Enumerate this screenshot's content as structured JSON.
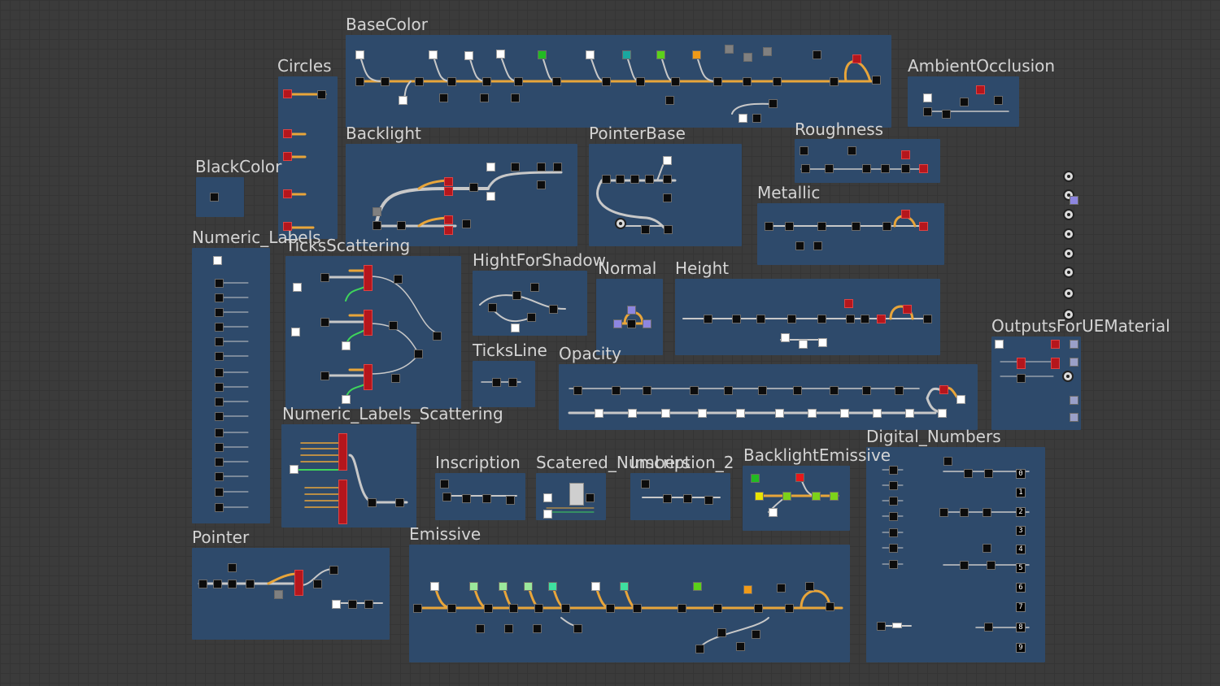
{
  "frames": {
    "base_color": "BaseColor",
    "circles": "Circles",
    "ambient_occlusion": "AmbientOcclusion",
    "backlight": "Backlight",
    "pointer_base": "PointerBase",
    "roughness": "Roughness",
    "black_color": "BlackColor",
    "metallic": "Metallic",
    "numeric_labels": "Numeric_Labels",
    "ticks_scattering": "TicksScattering",
    "hight_for_shadow": "HightForShadow",
    "normal": "Normal",
    "height": "Height",
    "outputs_for_ue_material": "OutputsForUEMaterial",
    "ticks_line": "TicksLine",
    "opacity": "Opacity",
    "numeric_labels_scattering": "Numeric_Labels_Scattering",
    "digital_numbers": "Digital_Numbers",
    "inscription": "Inscription",
    "scatered_numbers": "Scatered_Numbers",
    "inscription_2": "Inscription_2",
    "backlight_emissive": "BacklightEmissive",
    "pointer": "Pointer",
    "emissive": "Emissive"
  },
  "colors": {
    "canvas": "#3b3b3b",
    "frame": "#2e4a6b",
    "wire": "#c8c8c8",
    "wire_accent": "#e8a53a",
    "title": "#d4d4d4"
  },
  "digit_labels": [
    "0",
    "1",
    "2",
    "3",
    "4",
    "5",
    "6",
    "7",
    "8",
    "9"
  ]
}
